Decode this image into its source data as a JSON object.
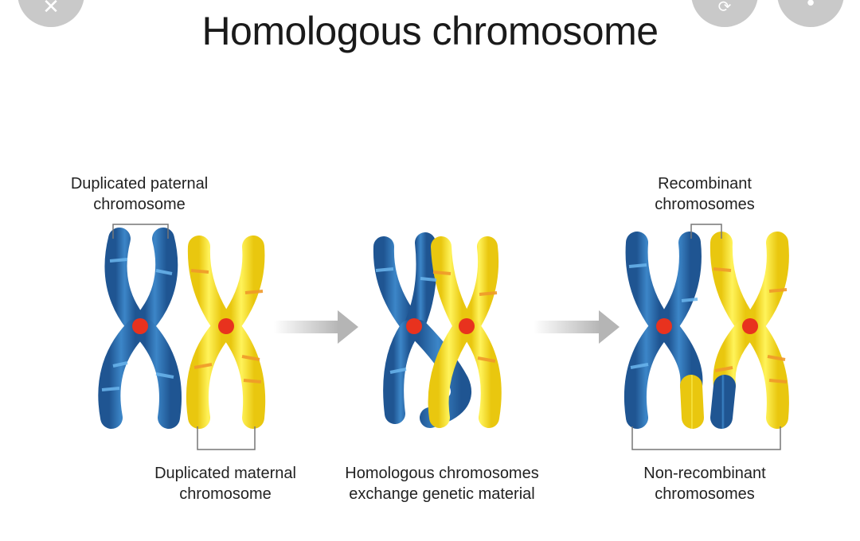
{
  "title": "Homologous chromosome",
  "labels": {
    "paternal": [
      "Duplicated paternal",
      "chromosome"
    ],
    "maternal": [
      "Duplicated maternal",
      "chromosome"
    ],
    "exchange": [
      "Homologous chromosomes",
      "exchange genetic material"
    ],
    "recombinant": [
      "Recombinant",
      "chromosomes"
    ],
    "non_recombinant": [
      "Non-recombinant",
      "chromosomes"
    ]
  },
  "ui": {
    "left_button_icon": "close-icon",
    "right_button_1_icon": "link-icon",
    "right_button_2_icon": "more-icon"
  },
  "colors": {
    "paternal_blue": "#2e6fb0",
    "paternal_band": "#5aa8e6",
    "maternal_yellow": "#f5dc1e",
    "maternal_band": "#f09a2a",
    "centromere": "#e8321e",
    "arrow": "#bdbdbd",
    "bracket": "#777777"
  }
}
